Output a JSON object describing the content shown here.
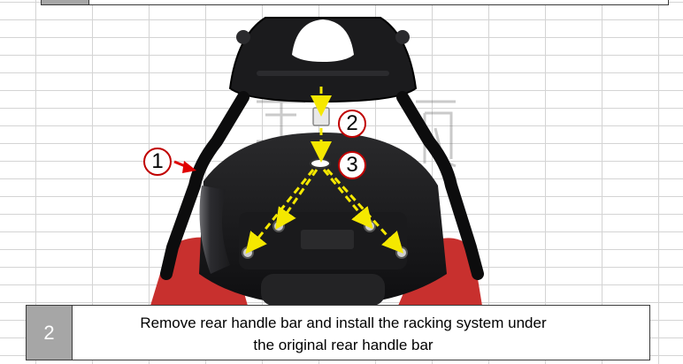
{
  "callouts": {
    "rear_handle_bar": "1",
    "bolt_spacer": "2",
    "washer": "3"
  },
  "step": {
    "number": "2",
    "line1": "Remove rear handle bar and install the racking system under",
    "line2": "the original rear handle bar"
  },
  "colors": {
    "callout_border": "#c00000",
    "arrow_red": "#e00000",
    "guide_yellow": "#f5e800",
    "step_number_bg": "#a6a6a6"
  }
}
